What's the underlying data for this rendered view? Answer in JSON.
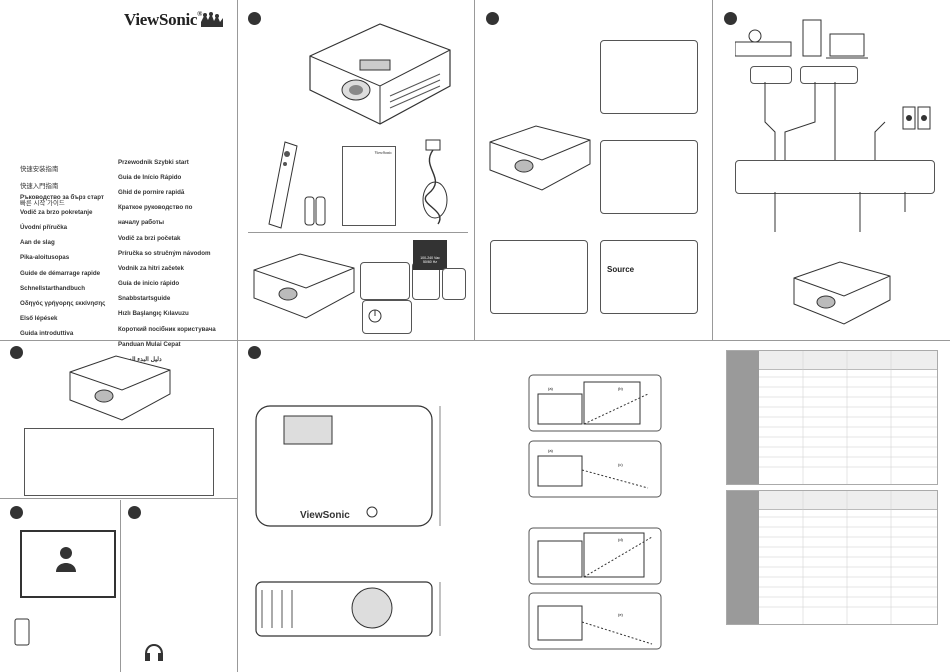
{
  "brand": "ViewSonic",
  "trademark": "®",
  "cjk_titles": [
    "快速安装指南",
    "快速入門指南",
    "빠른 시작 가이드"
  ],
  "guide_titles_left": [
    "Ръководство за бърз старт",
    "Vodič za brzo pokretanje",
    "Úvodní příručka",
    "Aan de slag",
    "Pika-aloitusopas",
    "Guide de démarrage rapide",
    "Schnellstarthandbuch",
    "Οδηγός γρήγορης εκκίνησης",
    "Első lépések",
    "Guida introduttiva"
  ],
  "guide_titles_right": [
    "Przewodnik Szybki start",
    "Guia de Início Rápido",
    "Ghid de pornire rapidă",
    "Краткое руководство по",
    "началу работы",
    "Vodič za brzi početak",
    "Príručka so stručným návodom",
    "Vodnik za hitri začetek",
    "Guía de inicio rápido",
    "Snabbstartsguide",
    "Hızlı Başlangıç Kılavuzu",
    "Короткий посібник користувача",
    "Panduan Mulai Cepat",
    "دليل البدء السريع"
  ],
  "warning_voltage": "100-240 Vac\n50/60 Hz",
  "source_button": "Source",
  "manual_cover_brand": "ViewSonic",
  "labels": {
    "diagram_marks": [
      "(a)",
      "(b)",
      "(c)",
      "(d)",
      "(e)"
    ]
  },
  "colors": {
    "ink": "#333333",
    "table_header": "#9a9a9a",
    "line": "#999999"
  }
}
